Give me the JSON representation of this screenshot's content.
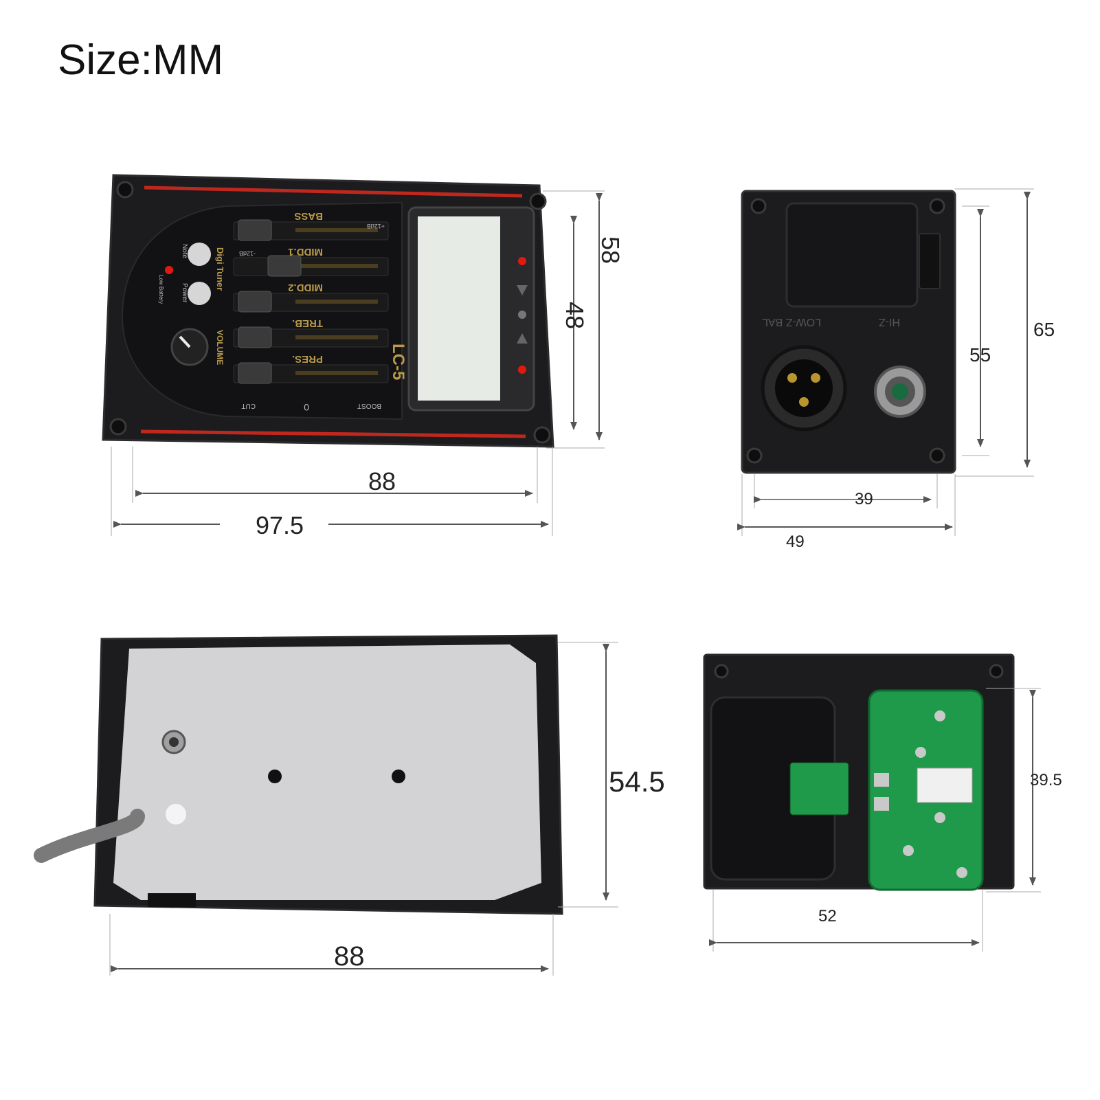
{
  "title": "Size:MM",
  "front": {
    "dim_width_inner": "88",
    "dim_width_outer": "97.5",
    "dim_height_outer": "58",
    "dim_height_inner": "48",
    "sliders": [
      "BASS",
      "MIDD.1",
      "MIDD.2",
      "TREB.",
      "PRES."
    ],
    "scale_plus": "+12dB",
    "scale_minus": "-12dB",
    "scale_zero": "0",
    "boost_label": "BOOST",
    "cut_label": "CUT",
    "tuner_label": "Digi Tuner",
    "note_label": "Note",
    "power_label": "Power",
    "low_battery_label": "Low Battery",
    "volume_label": "VOLUME",
    "model_label": "LC-5"
  },
  "side": {
    "dim_height_outer": "65",
    "dim_height_inner": "55",
    "dim_width_inner": "39",
    "dim_width_outer": "49",
    "hiz_label": "HI-Z",
    "lowz_label": "LOW-Z BAL"
  },
  "back": {
    "dim_height": "54.5",
    "dim_width": "88"
  },
  "battery": {
    "dim_height": "39.5",
    "dim_width": "52"
  },
  "colors": {
    "panel": "#1c1c1e",
    "panel_edge": "#2c2c2e",
    "red_strip": "#c0281e",
    "gold_text": "#b89a4a",
    "lcd": "#e6ebe6",
    "led": "#e01a10",
    "back_plate": "#d3d3d5",
    "pcb": "#1f9a4a"
  }
}
